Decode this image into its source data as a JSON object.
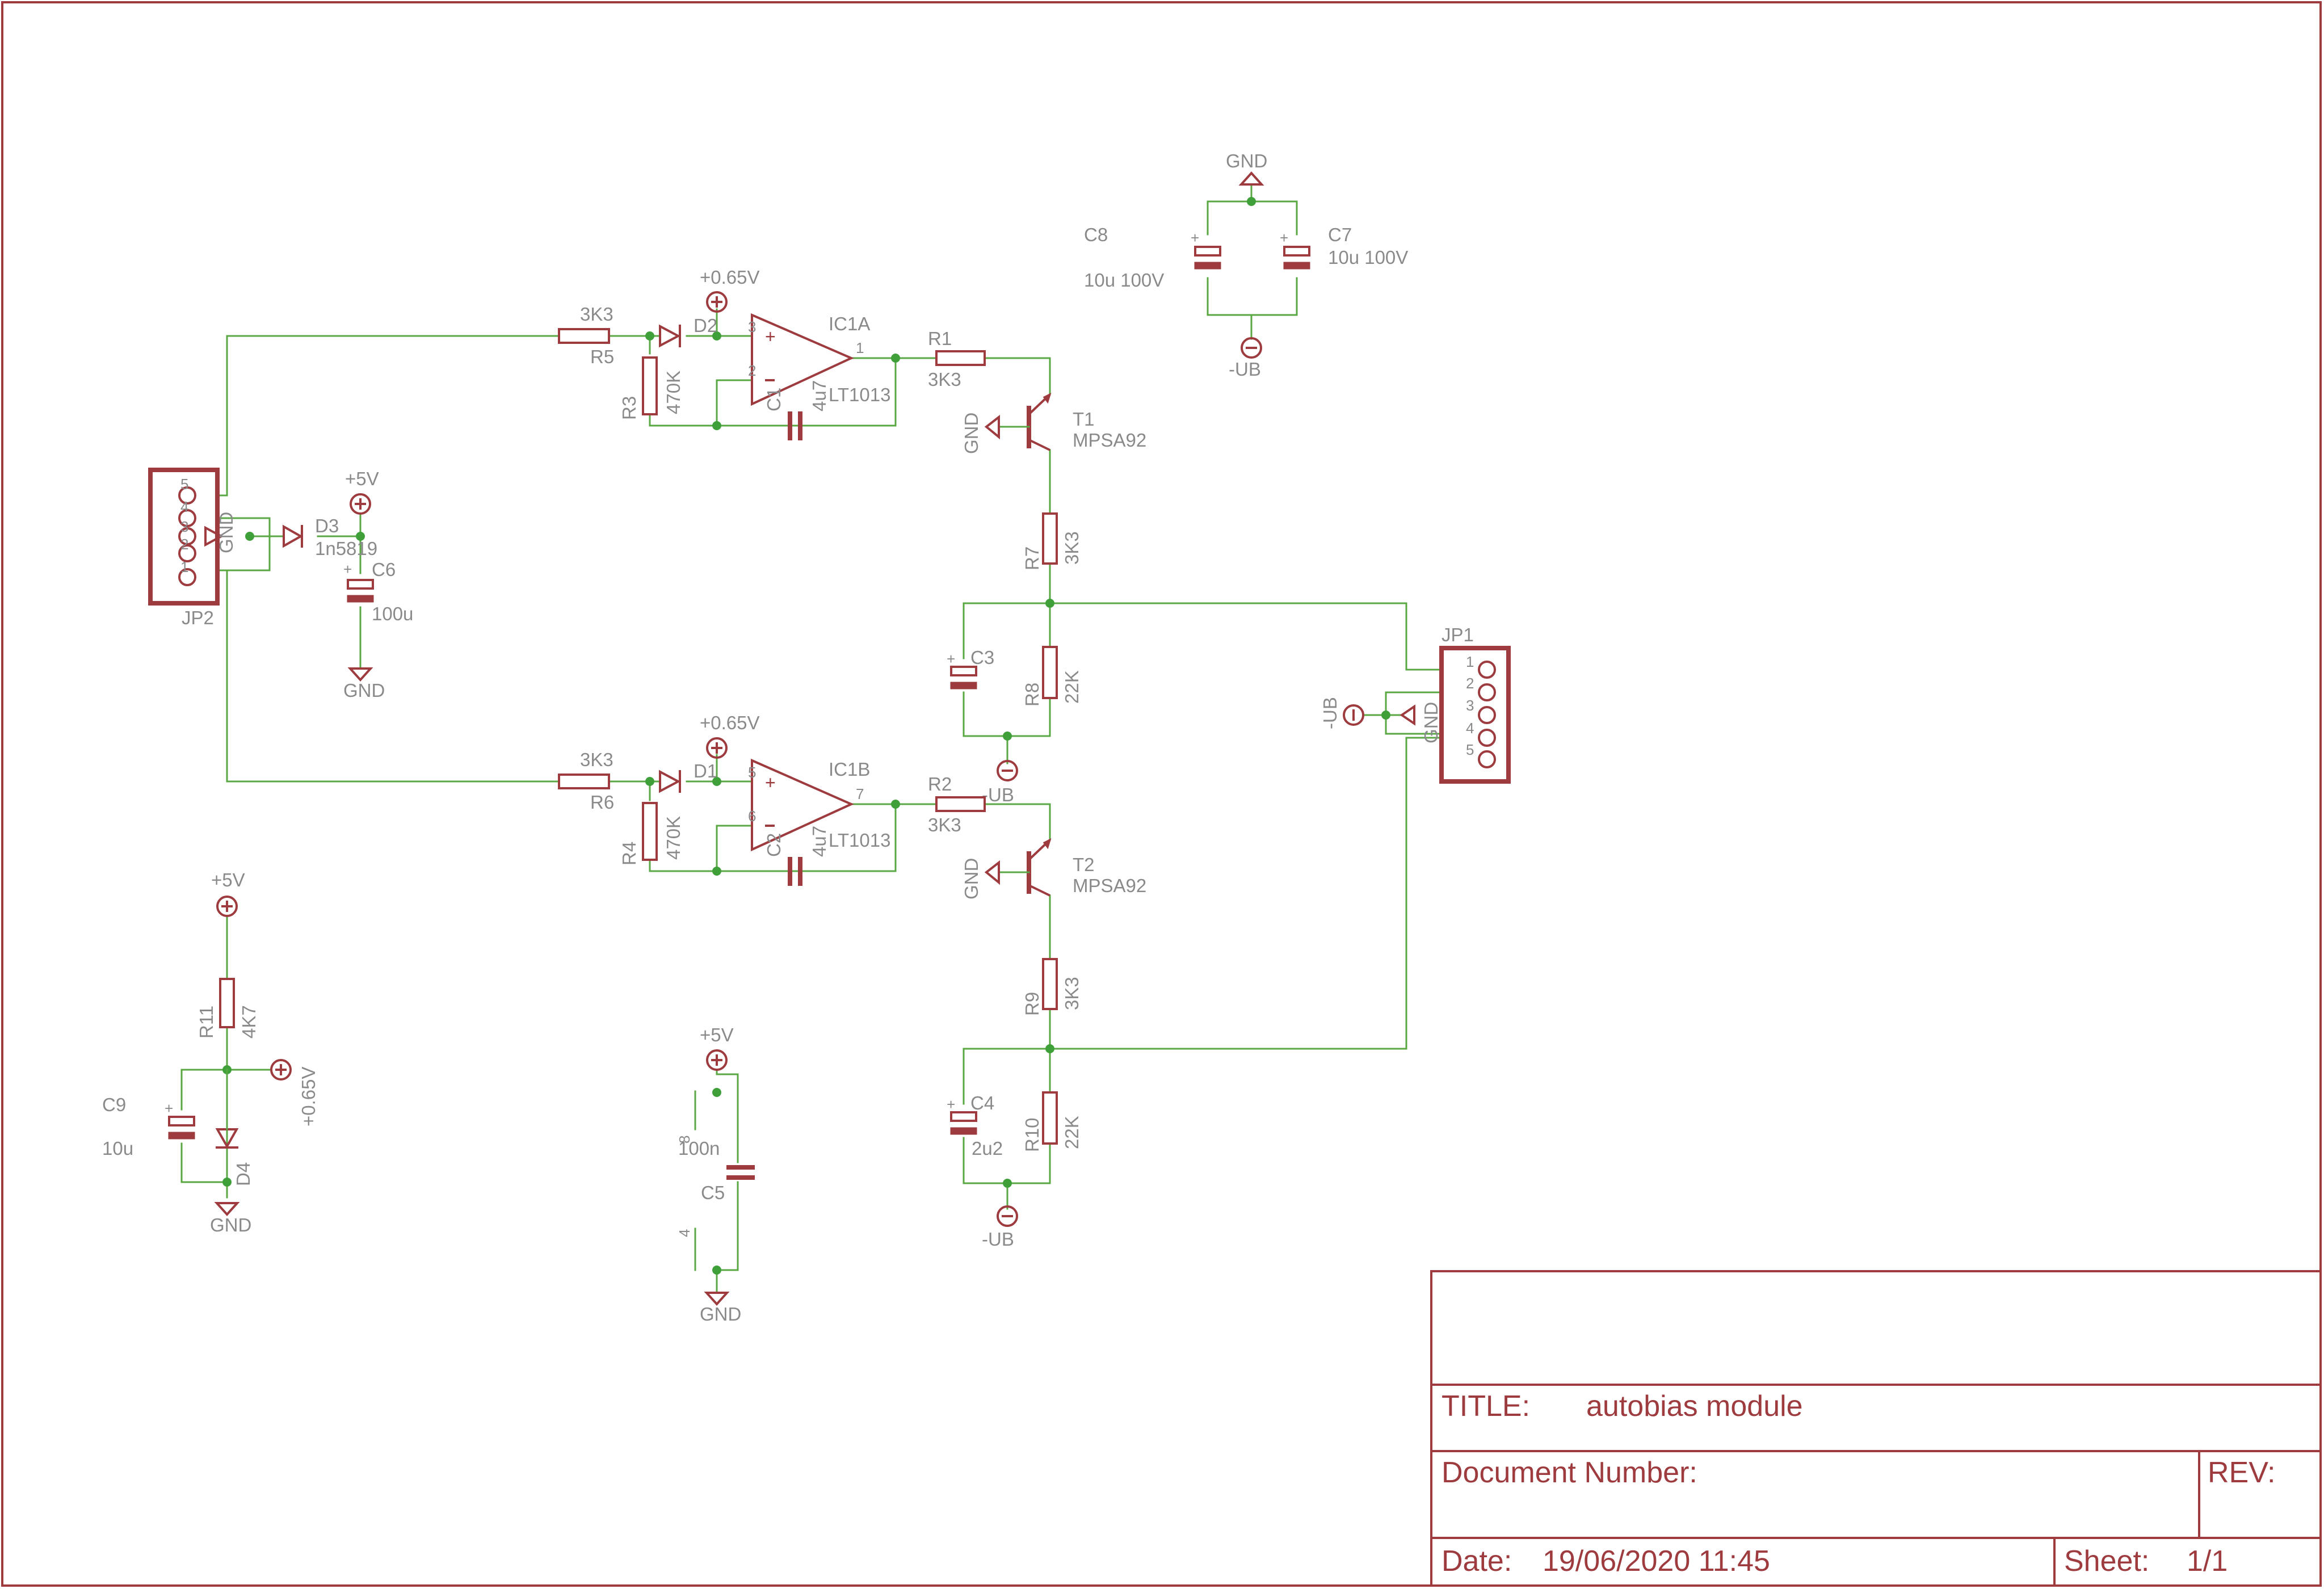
{
  "title_block": {
    "title_label": "TITLE:",
    "title": "autobias module",
    "document_number_label": "Document Number:",
    "rev_label": "REV:",
    "date_label": "Date:",
    "date": "19/06/2020 11:45",
    "sheet_label": "Sheet:",
    "sheet": "1/1"
  },
  "parts": {
    "r5": {
      "name": "R5",
      "value": "3K3"
    },
    "r6": {
      "name": "R6",
      "value": "3K3"
    },
    "r3": {
      "name": "R3",
      "value": "470K"
    },
    "r4": {
      "name": "R4",
      "value": "470K"
    },
    "r1": {
      "name": "R1",
      "value": "3K3"
    },
    "r2": {
      "name": "R2",
      "value": "3K3"
    },
    "r7": {
      "name": "R7",
      "value": "3K3"
    },
    "r8": {
      "name": "R8",
      "value": "22K"
    },
    "r9": {
      "name": "R9",
      "value": "3K3"
    },
    "r10": {
      "name": "R10",
      "value": "22K"
    },
    "r11": {
      "name": "R11",
      "value": "4K7"
    },
    "c1": {
      "name": "C1",
      "value": "4u7"
    },
    "c2": {
      "name": "C2",
      "value": "4u7"
    },
    "c3": {
      "name": "C3",
      "value": ""
    },
    "c4": {
      "name": "C4",
      "value": "2u2"
    },
    "c5": {
      "name": "C5",
      "value": "100n"
    },
    "c6": {
      "name": "C6",
      "value": "100u"
    },
    "c7": {
      "name": "C7",
      "value": "10u 100V"
    },
    "c8": {
      "name": "C8",
      "value": "10u 100V"
    },
    "c9": {
      "name": "C9",
      "value": "10u"
    },
    "d1": {
      "name": "D1"
    },
    "d2": {
      "name": "D2"
    },
    "d3": {
      "name": "D3",
      "value": "1n5819"
    },
    "d4": {
      "name": "D4"
    },
    "ic1a": {
      "name": "IC1A",
      "value": "LT1013"
    },
    "ic1b": {
      "name": "IC1B",
      "value": "LT1013"
    },
    "t1": {
      "name": "T1",
      "value": "MPSA92"
    },
    "t2": {
      "name": "T2",
      "value": "MPSA92"
    },
    "jp1": {
      "name": "JP1"
    },
    "jp2": {
      "name": "JP2"
    }
  },
  "supplies": {
    "gnd": "GND",
    "vcc5": "+5V",
    "bias": "+0.65V",
    "neg": "-UB"
  },
  "pins": {
    "ic1a_in_plus": "3",
    "ic1a_in_minus": "2",
    "ic1a_out": "1",
    "ic1b_in_plus": "5",
    "ic1b_in_minus": "6",
    "ic1b_out": "7",
    "c5_top": "8",
    "c5_bottom": "4",
    "header": [
      "1",
      "2",
      "3",
      "4",
      "5"
    ]
  },
  "colors": {
    "wire": "#5aa843",
    "symbol": "#9d3b3f",
    "junction": "#3fa03a",
    "label": "#8a8a8a"
  }
}
